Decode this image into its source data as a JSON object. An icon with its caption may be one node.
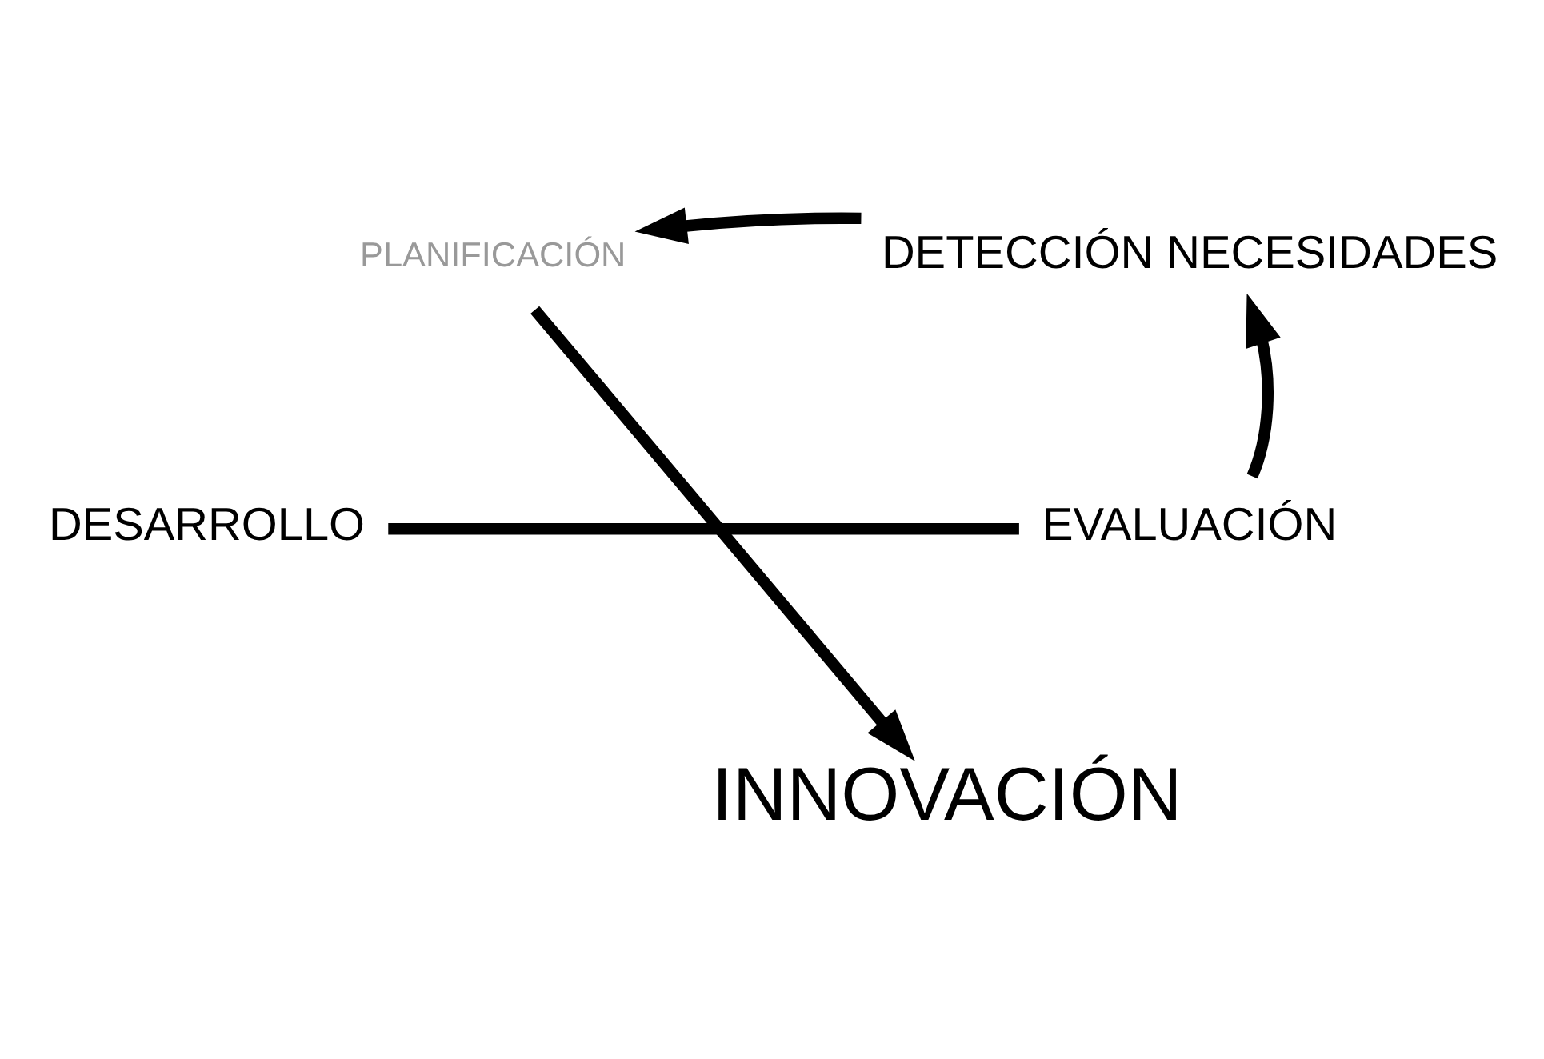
{
  "diagram": {
    "nodes": [
      {
        "text": [
          "PLANIFICACIÓN"
        ]
      },
      {
        "text": [
          "DETECCIÓN NECESIDADES"
        ]
      },
      {
        "text": [
          "DESARROLLO"
        ]
      },
      {
        "text": [
          "EVALUACIÓN"
        ]
      },
      {
        "text": [
          "INNOVACIÓN"
        ]
      }
    ],
    "edges": [
      {
        "from": 1,
        "to": 0,
        "arrow": "to"
      },
      {
        "from": 2,
        "to": 3,
        "arrow": "none"
      },
      {
        "from": 3,
        "to": 1,
        "arrow": "to"
      },
      {
        "from": 0,
        "to": 4,
        "arrow": "to"
      }
    ]
  }
}
